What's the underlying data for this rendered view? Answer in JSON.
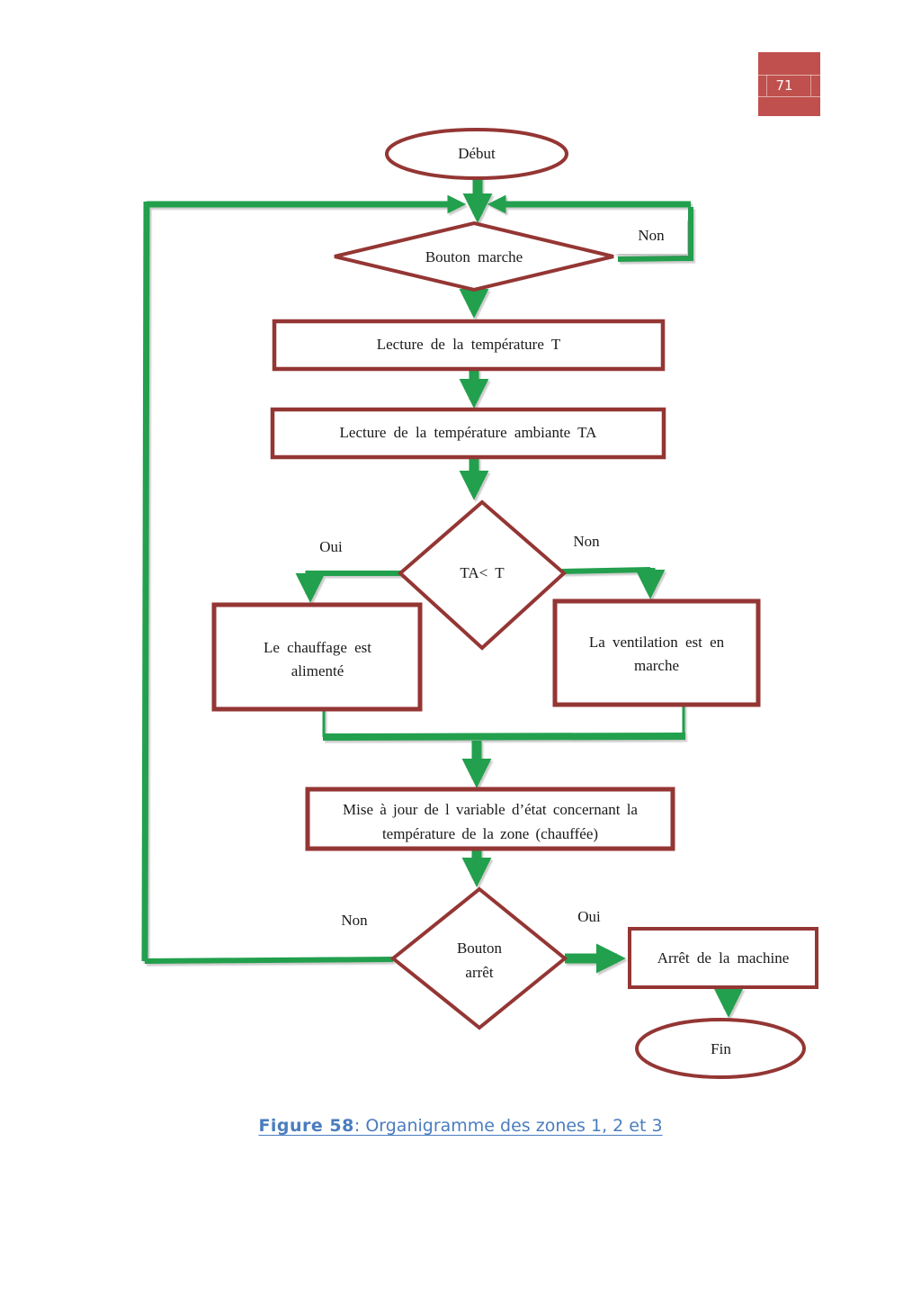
{
  "page": {
    "number": "71"
  },
  "colors": {
    "shape_border": "#943634",
    "connector_green": "#21A04D",
    "page_box": "#C0504D",
    "caption_blue": "#4A7DBE",
    "text": "#1a1a1a"
  },
  "flowchart": {
    "start": "Début",
    "decision_marche": {
      "text": "Bouton marche",
      "no_label": "Non"
    },
    "process_lecture_t": "Lecture de la température T",
    "process_lecture_ta": "Lecture de la température ambiante TA",
    "decision_ta": {
      "text": "TA< T",
      "yes_label": "Oui",
      "no_label": "Non"
    },
    "process_chauffage": {
      "line1": "Le chauffage est",
      "line2": "alimenté"
    },
    "process_ventilation": {
      "line1": "La ventilation est en",
      "line2": "marche"
    },
    "process_mise_a_jour": {
      "line1": "Mise à jour de l variable d’état concernant la",
      "line2": "température de la zone (chauffée)"
    },
    "decision_arret": {
      "line1": "Bouton",
      "line2": "arrêt",
      "no_label": "Non",
      "yes_label": "Oui"
    },
    "process_arret_machine": "Arrêt de la machine",
    "end": "Fin"
  },
  "caption": {
    "label": "Figure 58",
    "rest": ": Organigramme des zones 1, 2 et 3"
  }
}
